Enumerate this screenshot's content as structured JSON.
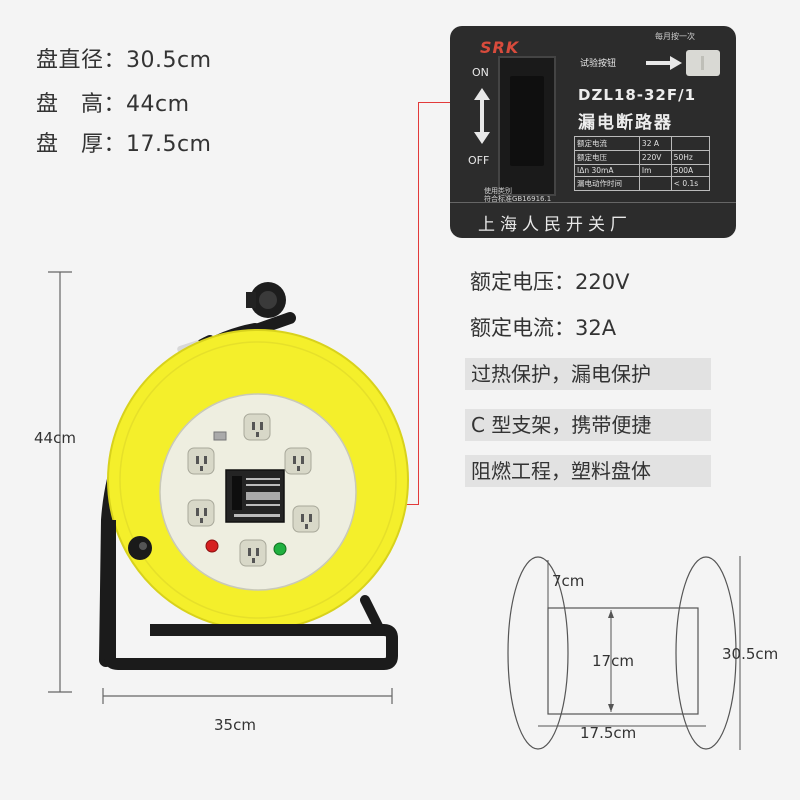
{
  "specs": {
    "diameter": "盘直径：30.5cm",
    "height": "盘   高：44cm",
    "thickness": "盘   厚：17.5cm"
  },
  "breaker": {
    "brand": "SRK",
    "monthly_test": "每月按一次",
    "test_button": "试验按钮",
    "on": "ON",
    "off": "OFF",
    "model": "DZL18-32F/1",
    "product": "漏电断路器",
    "rows": [
      [
        "额定电流",
        "32 A",
        ""
      ],
      [
        "额定电压",
        "220V",
        "50Hz"
      ],
      [
        "IΔn  30mA",
        "Im",
        "500A"
      ],
      [
        "漏电动作时间",
        "",
        "< 0.1s"
      ]
    ],
    "usage1": "使用类别",
    "usage2": "符合标准GB16916.1",
    "manufacturer": "上海人民开关厂"
  },
  "ratings": {
    "voltage": "额定电压：220V",
    "current": "额定电流：32A"
  },
  "features": [
    "过热保护，漏电保护",
    "C 型支架，携带便捷",
    "阻燃工程，塑料盘体"
  ],
  "dimensions": {
    "height": "44cm",
    "width": "35cm",
    "hub_depth": "7cm",
    "core_diameter": "17cm",
    "outer_diameter": "30.5cm",
    "reel_width": "17.5cm"
  },
  "colors": {
    "reel_yellow": "#f4ef2b",
    "face_white": "#eeeee0",
    "frame_black": "#1a1a1a",
    "accent_red": "#e23a3a"
  }
}
